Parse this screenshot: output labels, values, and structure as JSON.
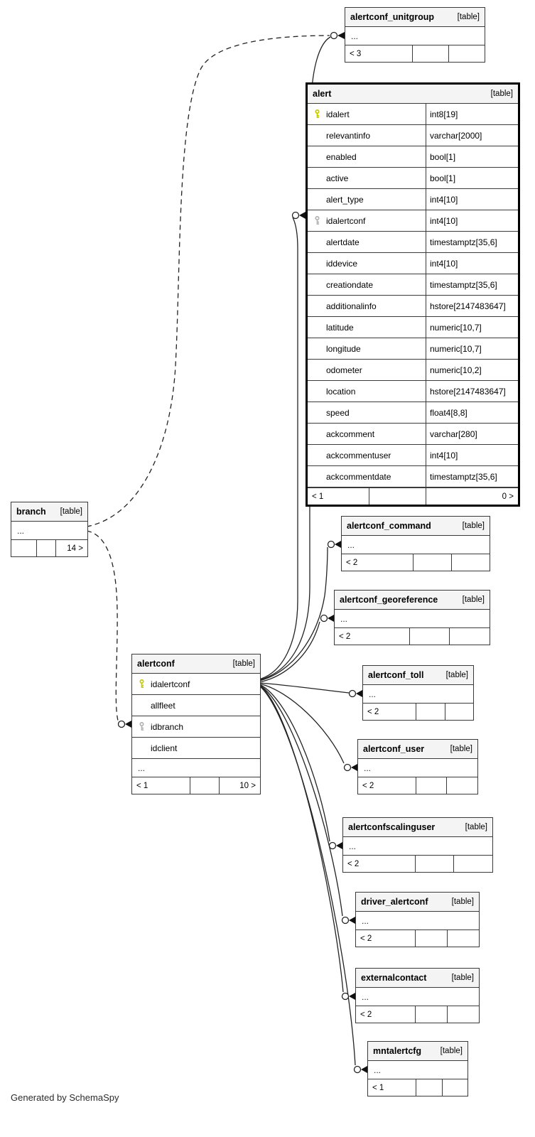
{
  "page": {
    "generated_by": "Generated by SchemaSpy"
  },
  "colors": {
    "primary_key_icon": "#c6ca00",
    "foreign_key_icon": "#b3b3b3",
    "header_background": "#f4f4f4",
    "line": "#222222"
  },
  "tables": {
    "alertconf_unitgroup": {
      "name": "alertconf_unitgroup",
      "tag": "[table]",
      "summary": "...",
      "footer": [
        "< 3",
        "",
        ""
      ]
    },
    "alert": {
      "name": "alert",
      "tag": "[table]",
      "emphasized": true,
      "columns": [
        {
          "name": "idalert",
          "type": "int8[19]",
          "key": "primary"
        },
        {
          "name": "relevantinfo",
          "type": "varchar[2000]",
          "key": ""
        },
        {
          "name": "enabled",
          "type": "bool[1]",
          "key": ""
        },
        {
          "name": "active",
          "type": "bool[1]",
          "key": ""
        },
        {
          "name": "alert_type",
          "type": "int4[10]",
          "key": ""
        },
        {
          "name": "idalertconf",
          "type": "int4[10]",
          "key": "foreign"
        },
        {
          "name": "alertdate",
          "type": "timestamptz[35,6]",
          "key": ""
        },
        {
          "name": "iddevice",
          "type": "int4[10]",
          "key": ""
        },
        {
          "name": "creationdate",
          "type": "timestamptz[35,6]",
          "key": ""
        },
        {
          "name": "additionalinfo",
          "type": "hstore[2147483647]",
          "key": ""
        },
        {
          "name": "latitude",
          "type": "numeric[10,7]",
          "key": ""
        },
        {
          "name": "longitude",
          "type": "numeric[10,7]",
          "key": ""
        },
        {
          "name": "odometer",
          "type": "numeric[10,2]",
          "key": ""
        },
        {
          "name": "location",
          "type": "hstore[2147483647]",
          "key": ""
        },
        {
          "name": "speed",
          "type": "float4[8,8]",
          "key": ""
        },
        {
          "name": "ackcomment",
          "type": "varchar[280]",
          "key": ""
        },
        {
          "name": "ackcommentuser",
          "type": "int4[10]",
          "key": ""
        },
        {
          "name": "ackcommentdate",
          "type": "timestamptz[35,6]",
          "key": ""
        }
      ],
      "footer": [
        "< 1",
        "",
        "0 >"
      ]
    },
    "branch": {
      "name": "branch",
      "tag": "[table]",
      "summary": "...",
      "footer": [
        "",
        "",
        "14 >"
      ]
    },
    "alertconf": {
      "name": "alertconf",
      "tag": "[table]",
      "columns": [
        {
          "name": "idalertconf",
          "key": "primary"
        },
        {
          "name": "allfleet",
          "key": ""
        },
        {
          "name": "idbranch",
          "key": "foreign"
        },
        {
          "name": "idclient",
          "key": ""
        }
      ],
      "summary": "...",
      "footer": [
        "< 1",
        "",
        "10 >"
      ]
    },
    "alertconf_command": {
      "name": "alertconf_command",
      "tag": "[table]",
      "summary": "...",
      "footer": [
        "< 2",
        "",
        ""
      ]
    },
    "alertconf_georeference": {
      "name": "alertconf_georeference",
      "tag": "[table]",
      "summary": "...",
      "footer": [
        "< 2",
        "",
        ""
      ]
    },
    "alertconf_toll": {
      "name": "alertconf_toll",
      "tag": "[table]",
      "summary": "...",
      "footer": [
        "< 2",
        "",
        ""
      ]
    },
    "alertconf_user": {
      "name": "alertconf_user",
      "tag": "[table]",
      "summary": "...",
      "footer": [
        "< 2",
        "",
        ""
      ]
    },
    "alertconfscalinguser": {
      "name": "alertconfscalinguser",
      "tag": "[table]",
      "summary": "...",
      "footer": [
        "< 2",
        "",
        ""
      ]
    },
    "driver_alertconf": {
      "name": "driver_alertconf",
      "tag": "[table]",
      "summary": "...",
      "footer": [
        "< 2",
        "",
        ""
      ]
    },
    "externalcontact": {
      "name": "externalcontact",
      "tag": "[table]",
      "summary": "...",
      "footer": [
        "< 2",
        "",
        ""
      ]
    },
    "mntalertcfg": {
      "name": "mntalertcfg",
      "tag": "[table]",
      "summary": "...",
      "footer": [
        "< 1",
        "",
        ""
      ]
    }
  },
  "relationships": [
    {
      "parent": "alertconf.idalertconf",
      "child": "alert.idalertconf",
      "style": "solid"
    },
    {
      "parent": "alertconf.idalertconf",
      "child": "alertconf_unitgroup",
      "style": "solid"
    },
    {
      "parent": "alertconf.idalertconf",
      "child": "alertconf_command",
      "style": "solid"
    },
    {
      "parent": "alertconf.idalertconf",
      "child": "alertconf_georeference",
      "style": "solid"
    },
    {
      "parent": "alertconf.idalertconf",
      "child": "alertconf_toll",
      "style": "solid"
    },
    {
      "parent": "alertconf.idalertconf",
      "child": "alertconf_user",
      "style": "solid"
    },
    {
      "parent": "alertconf.idalertconf",
      "child": "alertconfscalinguser",
      "style": "solid"
    },
    {
      "parent": "alertconf.idalertconf",
      "child": "driver_alertconf",
      "style": "solid"
    },
    {
      "parent": "alertconf.idalertconf",
      "child": "externalcontact",
      "style": "solid"
    },
    {
      "parent": "alertconf.idalertconf",
      "child": "mntalertcfg",
      "style": "solid"
    },
    {
      "parent": "branch",
      "child": "alertconf.idbranch",
      "style": "dashed"
    },
    {
      "parent": "branch",
      "child": "alertconf_unitgroup",
      "style": "dashed"
    }
  ]
}
